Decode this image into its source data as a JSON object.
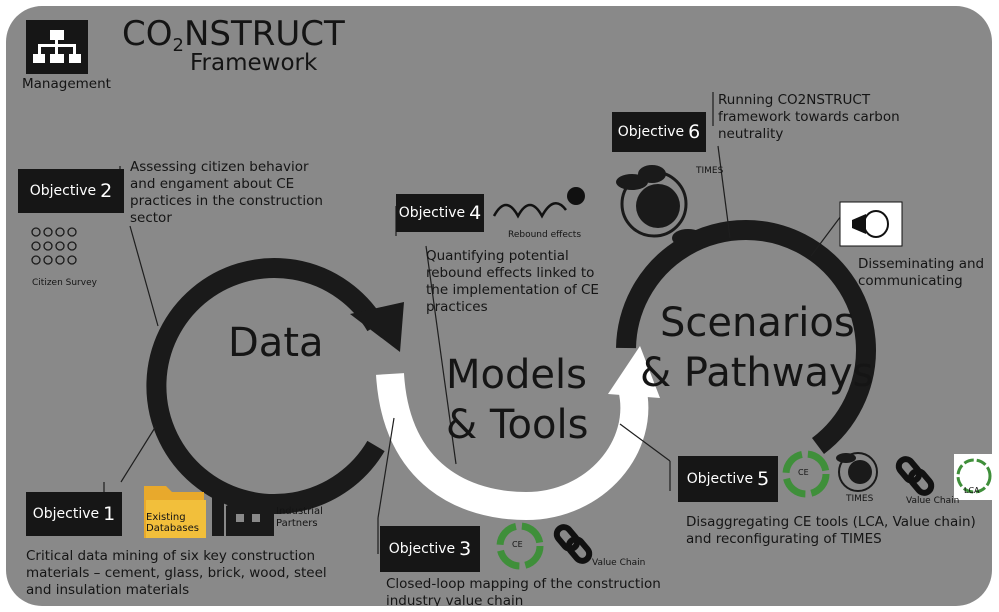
{
  "header": {
    "logo_word": "CO2NSTRUCT",
    "logo_prefix": "C",
    "logo_o": "O",
    "logo_sub": "2",
    "logo_rest": "NSTRUCT",
    "subtitle": "Framework",
    "management_label": "Management"
  },
  "cycle": {
    "data_label": "Data",
    "models_line1": "Models",
    "models_line2": "& Tools",
    "scenarios_line1": "Scenarios",
    "scenarios_line2": "& Pathways"
  },
  "objective_word": "Objective",
  "objectives": {
    "o1": {
      "number": "1",
      "text_lines": [
        "Critical data mining of six key construction",
        "materials – cement, glass, brick, wood, steel",
        "and insulation materials"
      ],
      "existing_line1": "Existing",
      "existing_line2": "Databases",
      "industrial_line1": "Industrial",
      "industrial_line2": "Partners"
    },
    "o2": {
      "number": "2",
      "text_lines": [
        "Assessing citizen behavior",
        "and engament about CE",
        "practices in the construction",
        "sector"
      ],
      "icon_label": "Citizen Survey"
    },
    "o3": {
      "number": "3",
      "text_lines": [
        "Closed-loop mapping of the construction",
        "industry value chain"
      ],
      "ce_label": "CE",
      "chain_label": "Value Chain"
    },
    "o4": {
      "number": "4",
      "text_lines": [
        "Quantifying potential",
        "rebound effects linked to",
        "the implementation of CE",
        "practices"
      ],
      "icon_label": "Rebound effects"
    },
    "o5": {
      "number": "5",
      "text_lines": [
        "Disaggregating CE tools (LCA, Value chain)",
        "and reconfigurating of TIMES"
      ],
      "ce_label": "CE",
      "times_label": "TIMES",
      "chain_label": "Value Chain",
      "lca_label": "LCA"
    },
    "o6": {
      "number": "6",
      "text_lines": [
        "Running CO2NSTRUCT",
        "framework towards carbon",
        "neutrality"
      ],
      "icon_label": "TIMES"
    }
  },
  "dissemination": {
    "text_lines": [
      "Disseminating and",
      "communicating"
    ]
  },
  "colors": {
    "background": "#898989",
    "dark": "#161616",
    "arrow_white": "#ffffff",
    "ce_green": "#3f8f3a"
  }
}
